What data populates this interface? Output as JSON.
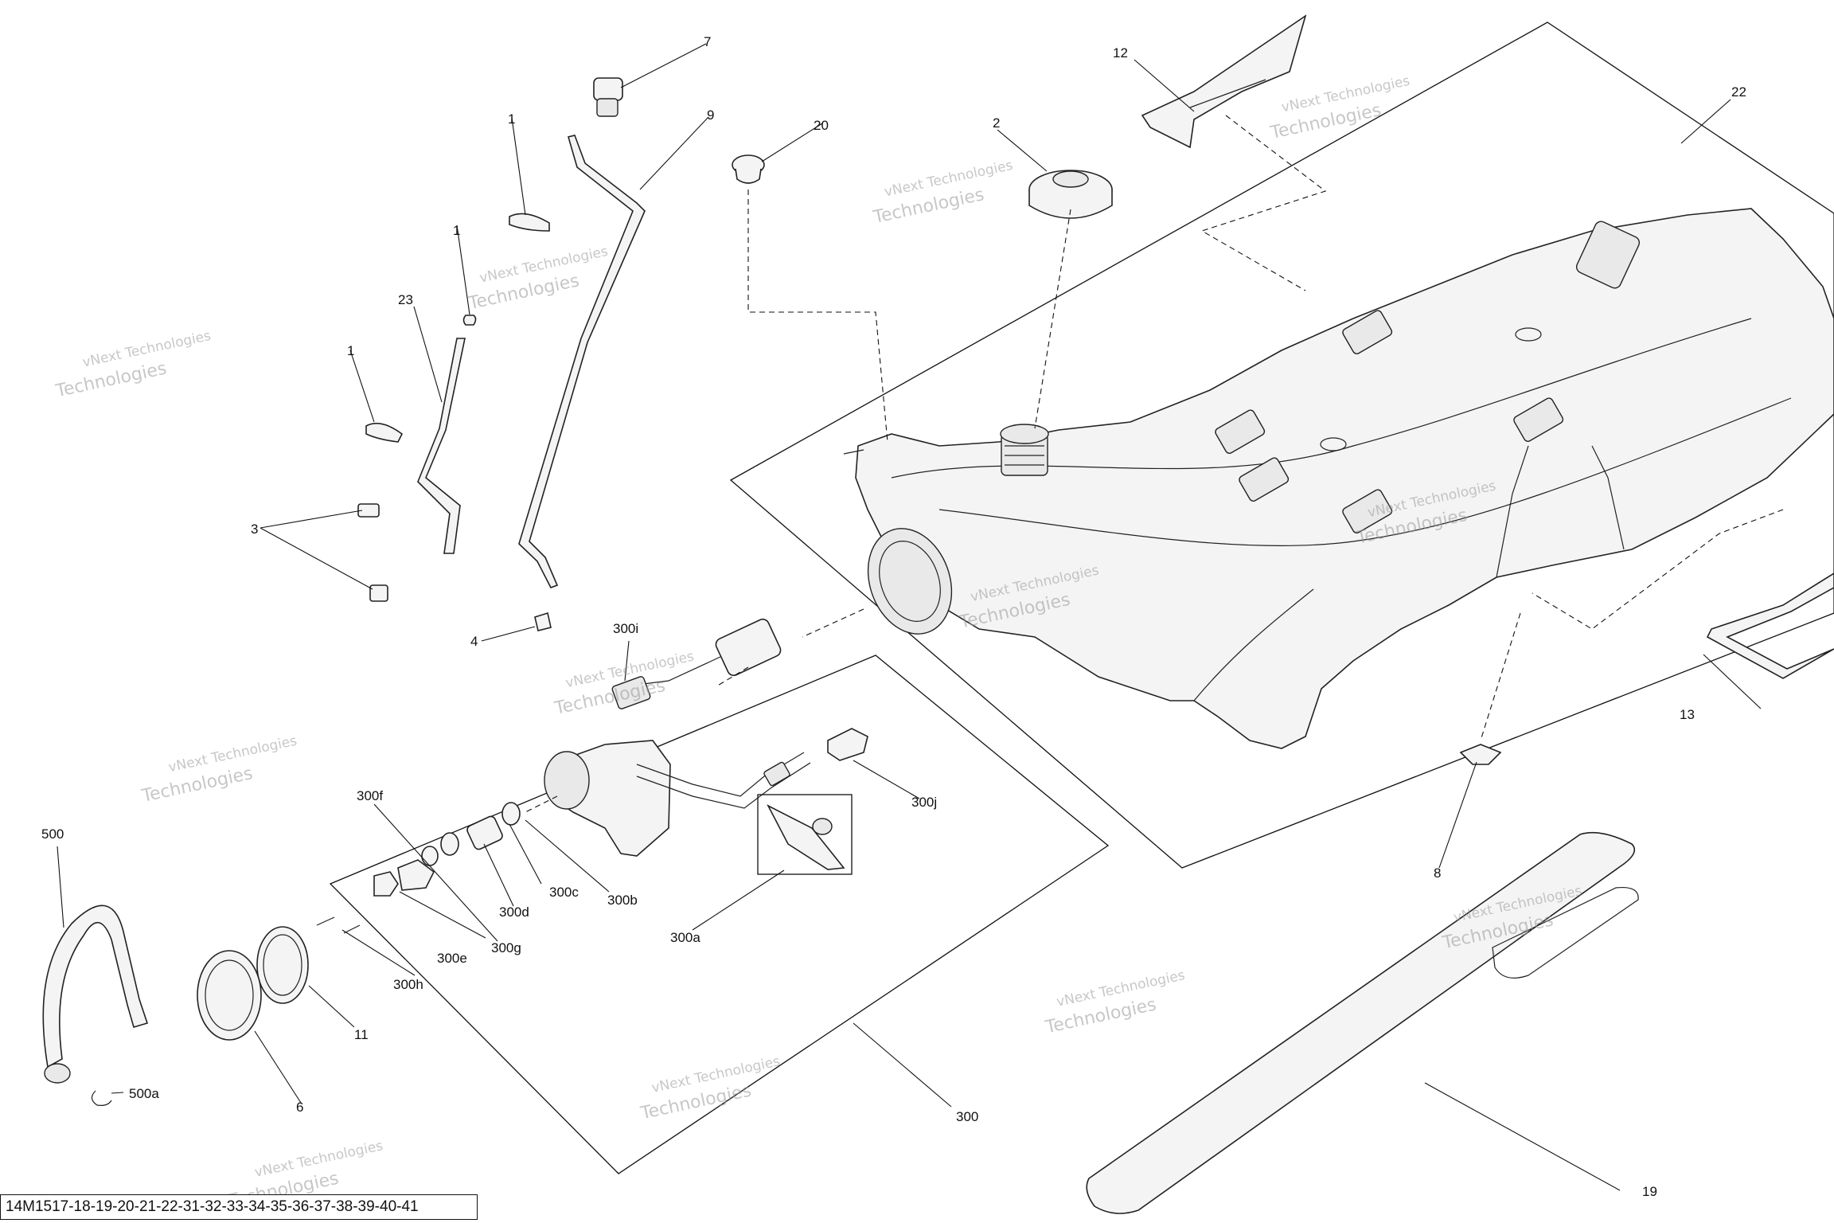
{
  "drawing_code": "14M1517-18-19-20-21-22-31-32-33-34-35-36-37-38-39-40-41",
  "watermark": {
    "line1": "vNext Technologies",
    "line2": "Technologies"
  },
  "callouts": {
    "c1a": "1",
    "c1b": "1",
    "c1c": "1",
    "c2": "2",
    "c3": "3",
    "c4": "4",
    "c6": "6",
    "c7": "7",
    "c8": "8",
    "c9": "9",
    "c11": "11",
    "c12": "12",
    "c13": "13",
    "c19": "19",
    "c20": "20",
    "c22": "22",
    "c23": "23",
    "c300": "300",
    "c300a": "300a",
    "c300b": "300b",
    "c300c": "300c",
    "c300d": "300d",
    "c300e": "300e",
    "c300f": "300f",
    "c300g": "300g",
    "c300h": "300h",
    "c300i": "300i",
    "c300j": "300j",
    "c500": "500",
    "c500a": "500a"
  }
}
